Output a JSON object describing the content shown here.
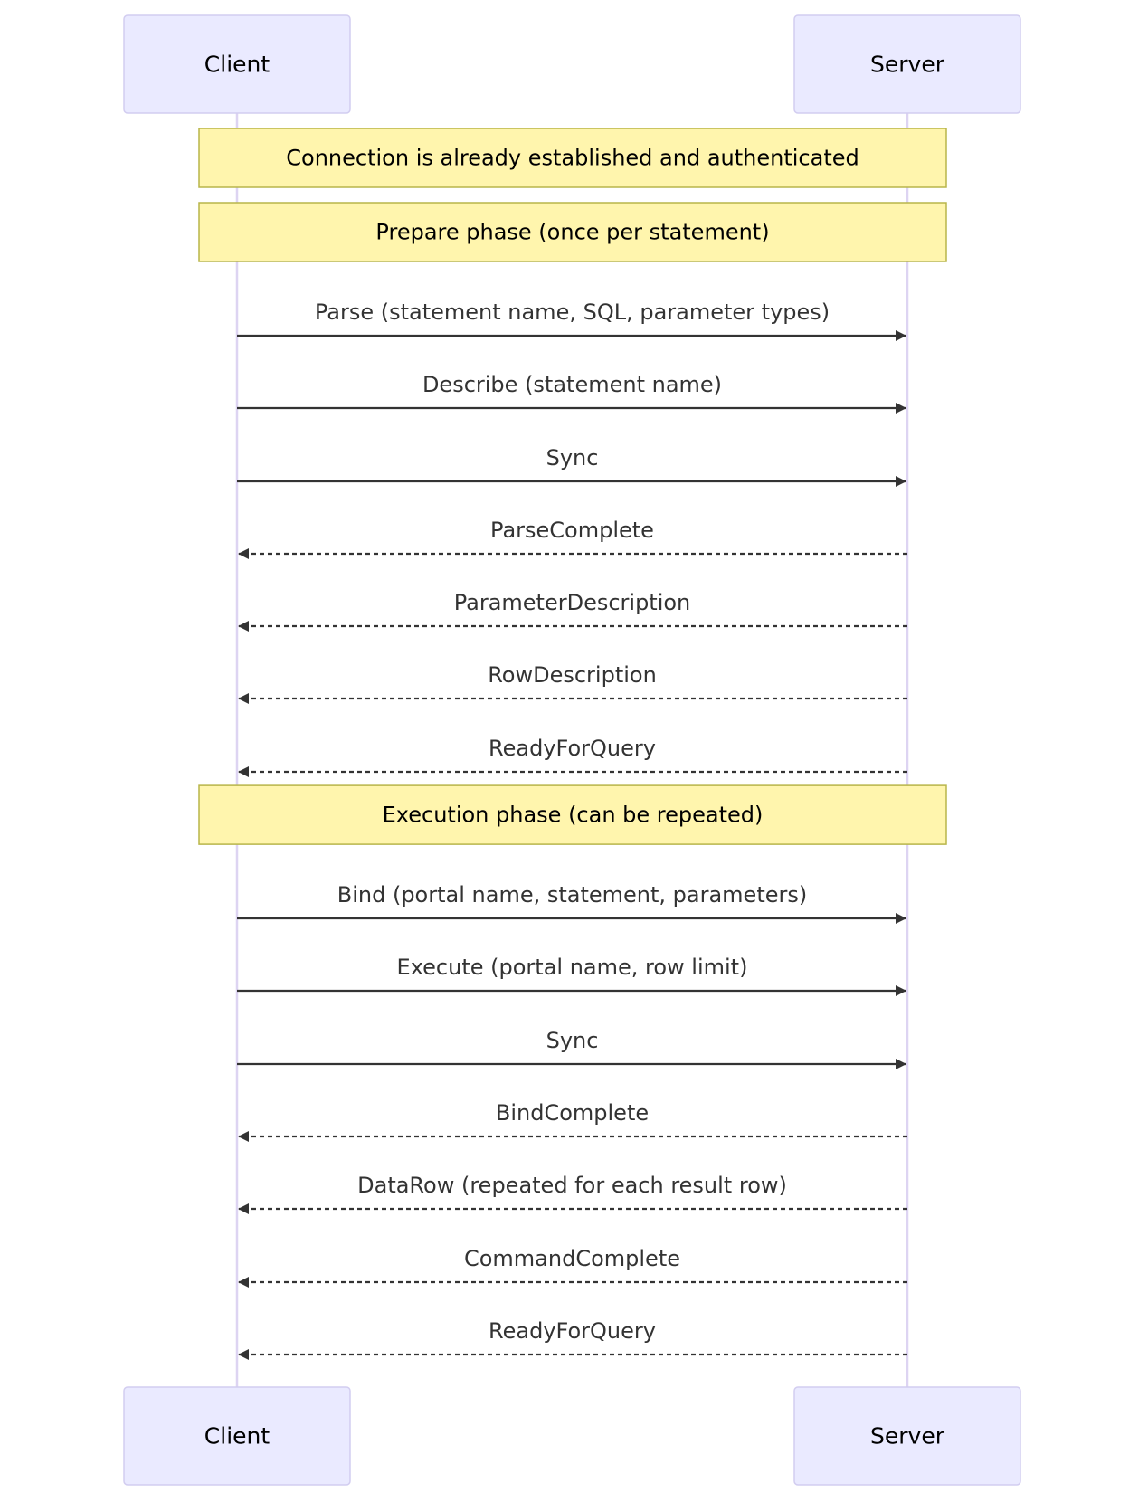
{
  "participants": [
    {
      "id": "client",
      "label": "Client"
    },
    {
      "id": "server",
      "label": "Server"
    }
  ],
  "sequence": [
    {
      "kind": "note",
      "text": "Connection is already established and authenticated"
    },
    {
      "kind": "note",
      "text": "Prepare phase (once per statement)"
    },
    {
      "kind": "message",
      "from": "client",
      "to": "server",
      "style": "solid",
      "text": "Parse (statement name, SQL, parameter types)"
    },
    {
      "kind": "message",
      "from": "client",
      "to": "server",
      "style": "solid",
      "text": "Describe (statement name)"
    },
    {
      "kind": "message",
      "from": "client",
      "to": "server",
      "style": "solid",
      "text": "Sync"
    },
    {
      "kind": "message",
      "from": "server",
      "to": "client",
      "style": "dashed",
      "text": "ParseComplete"
    },
    {
      "kind": "message",
      "from": "server",
      "to": "client",
      "style": "dashed",
      "text": "ParameterDescription"
    },
    {
      "kind": "message",
      "from": "server",
      "to": "client",
      "style": "dashed",
      "text": "RowDescription"
    },
    {
      "kind": "message",
      "from": "server",
      "to": "client",
      "style": "dashed",
      "text": "ReadyForQuery"
    },
    {
      "kind": "note",
      "text": "Execution phase (can be repeated)"
    },
    {
      "kind": "message",
      "from": "client",
      "to": "server",
      "style": "solid",
      "text": "Bind (portal name, statement, parameters)"
    },
    {
      "kind": "message",
      "from": "client",
      "to": "server",
      "style": "solid",
      "text": "Execute (portal name, row limit)"
    },
    {
      "kind": "message",
      "from": "client",
      "to": "server",
      "style": "solid",
      "text": "Sync"
    },
    {
      "kind": "message",
      "from": "server",
      "to": "client",
      "style": "dashed",
      "text": "BindComplete"
    },
    {
      "kind": "message",
      "from": "server",
      "to": "client",
      "style": "dashed",
      "text": "DataRow (repeated for each result row)"
    },
    {
      "kind": "message",
      "from": "server",
      "to": "client",
      "style": "dashed",
      "text": "CommandComplete"
    },
    {
      "kind": "message",
      "from": "server",
      "to": "client",
      "style": "dashed",
      "text": "ReadyForQuery"
    }
  ],
  "colors": {
    "actor_fill": "#eaeaff",
    "actor_border": "#d2cdf0",
    "lifeline": "#ddd4f2",
    "note_fill": "#fff5ad",
    "note_border": "#b8b54a",
    "message_line": "#333333",
    "message_text": "#333333"
  }
}
